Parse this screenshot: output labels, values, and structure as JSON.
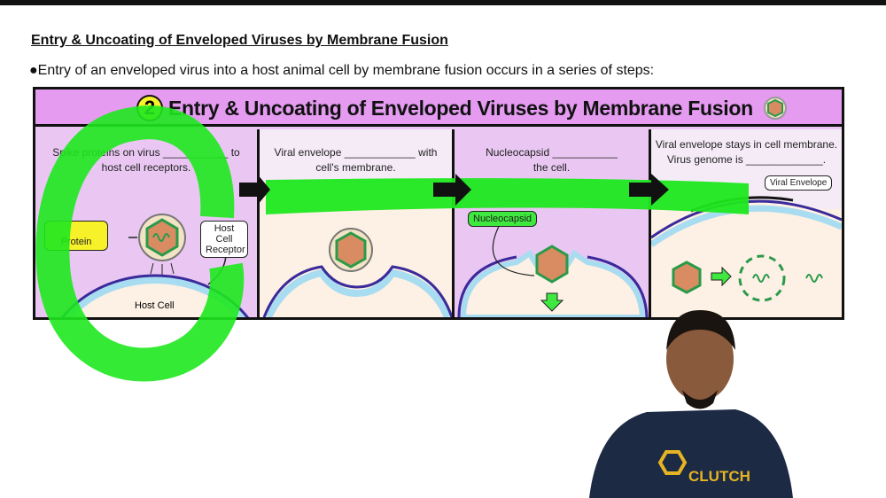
{
  "heading": "Entry & Uncoating of Enveloped Viruses by Membrane Fusion",
  "bullet": "●Entry of an enveloped virus into a host animal cell by membrane fusion occurs in a series of steps:",
  "diagram": {
    "step_number": "2",
    "title": "Entry & Uncoating of Enveloped Viruses by Membrane Fusion",
    "panels": [
      {
        "line1": "Spike proteins on virus ___________ to",
        "line2": "host cell receptors.",
        "labels": {
          "protein": "Protein",
          "receptor": "Host Cell Receptor",
          "host_cell": "Host Cell"
        }
      },
      {
        "line1": "Viral envelope ____________ with",
        "line2": "cell's membrane."
      },
      {
        "line1": "Nucleocapsid ___________",
        "line2": "the cell.",
        "labels": {
          "nucleocapsid": "Nucleocapsid"
        }
      },
      {
        "line1": "Viral envelope  stays in  cell membrane.",
        "line2": "Virus genome is _____________.",
        "labels": {
          "viral_envelope": "Viral Envelope"
        }
      }
    ]
  },
  "colors": {
    "highlight": "#1ee81e",
    "title_bg": "#e49bf0",
    "panel_bg": "#e9c7f2",
    "membrane": "#3a2a9a"
  },
  "presenter": {
    "shirt_text": "CLUTCH"
  }
}
